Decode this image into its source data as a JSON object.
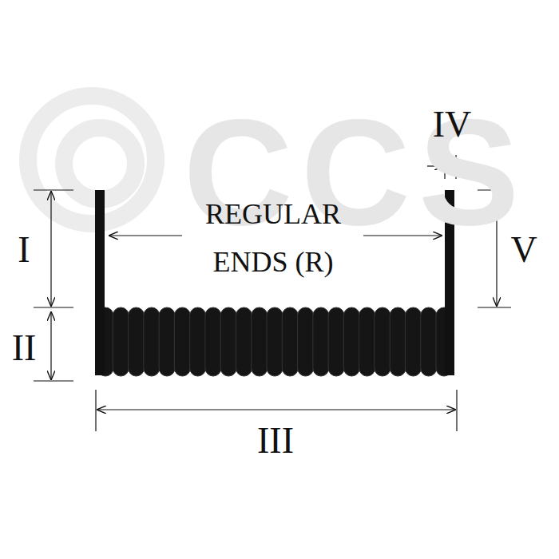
{
  "diagram": {
    "labels": [
      "CCS",
      "I",
      "II",
      "III",
      "IV",
      "V",
      "REGULAR ENDS (R)"
    ]
  }
}
